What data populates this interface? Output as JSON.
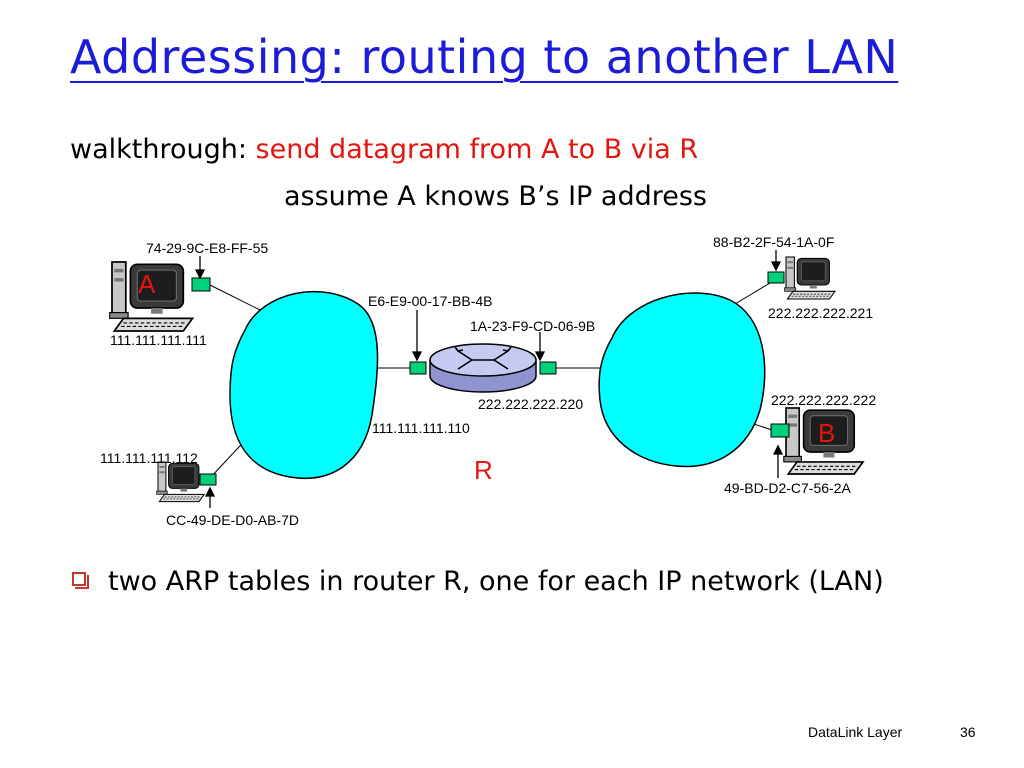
{
  "slide": {
    "title": "Addressing: routing to another LAN",
    "walkthrough_prefix": "walkthrough:",
    "walkthrough_highlight": "send datagram from A to B via R",
    "assumption": "assume  A knows B’s IP address"
  },
  "diagram": {
    "host_a": {
      "label": "A",
      "mac": "74-29-9C-E8-FF-55",
      "ip": "111.111.111.111"
    },
    "host_lower_left": {
      "mac": "CC-49-DE-D0-AB-7D",
      "ip": "111.111.111.112"
    },
    "host_upper_right": {
      "mac": "88-B2-2F-54-1A-0F",
      "ip": "222.222.222.221"
    },
    "host_b": {
      "label": "B",
      "mac": "49-BD-D2-C7-56-2A",
      "ip": "222.222.222.222"
    },
    "router": {
      "label": "R",
      "left_mac": "E6-E9-00-17-BB-4B",
      "left_ip": "111.111.111.110",
      "right_mac": "1A-23-F9-CD-06-9B",
      "right_ip": "222.222.222.220"
    },
    "colors": {
      "lan_cloud": "#00ffff",
      "interface": "#00d17a",
      "router_body": "#b8bbe8",
      "label_red": "#e5140f"
    }
  },
  "bullets": [
    {
      "text": "two ARP tables in  router R, one for each IP network (LAN)"
    }
  ],
  "footer": {
    "section": "DataLink Layer",
    "page": "36"
  }
}
